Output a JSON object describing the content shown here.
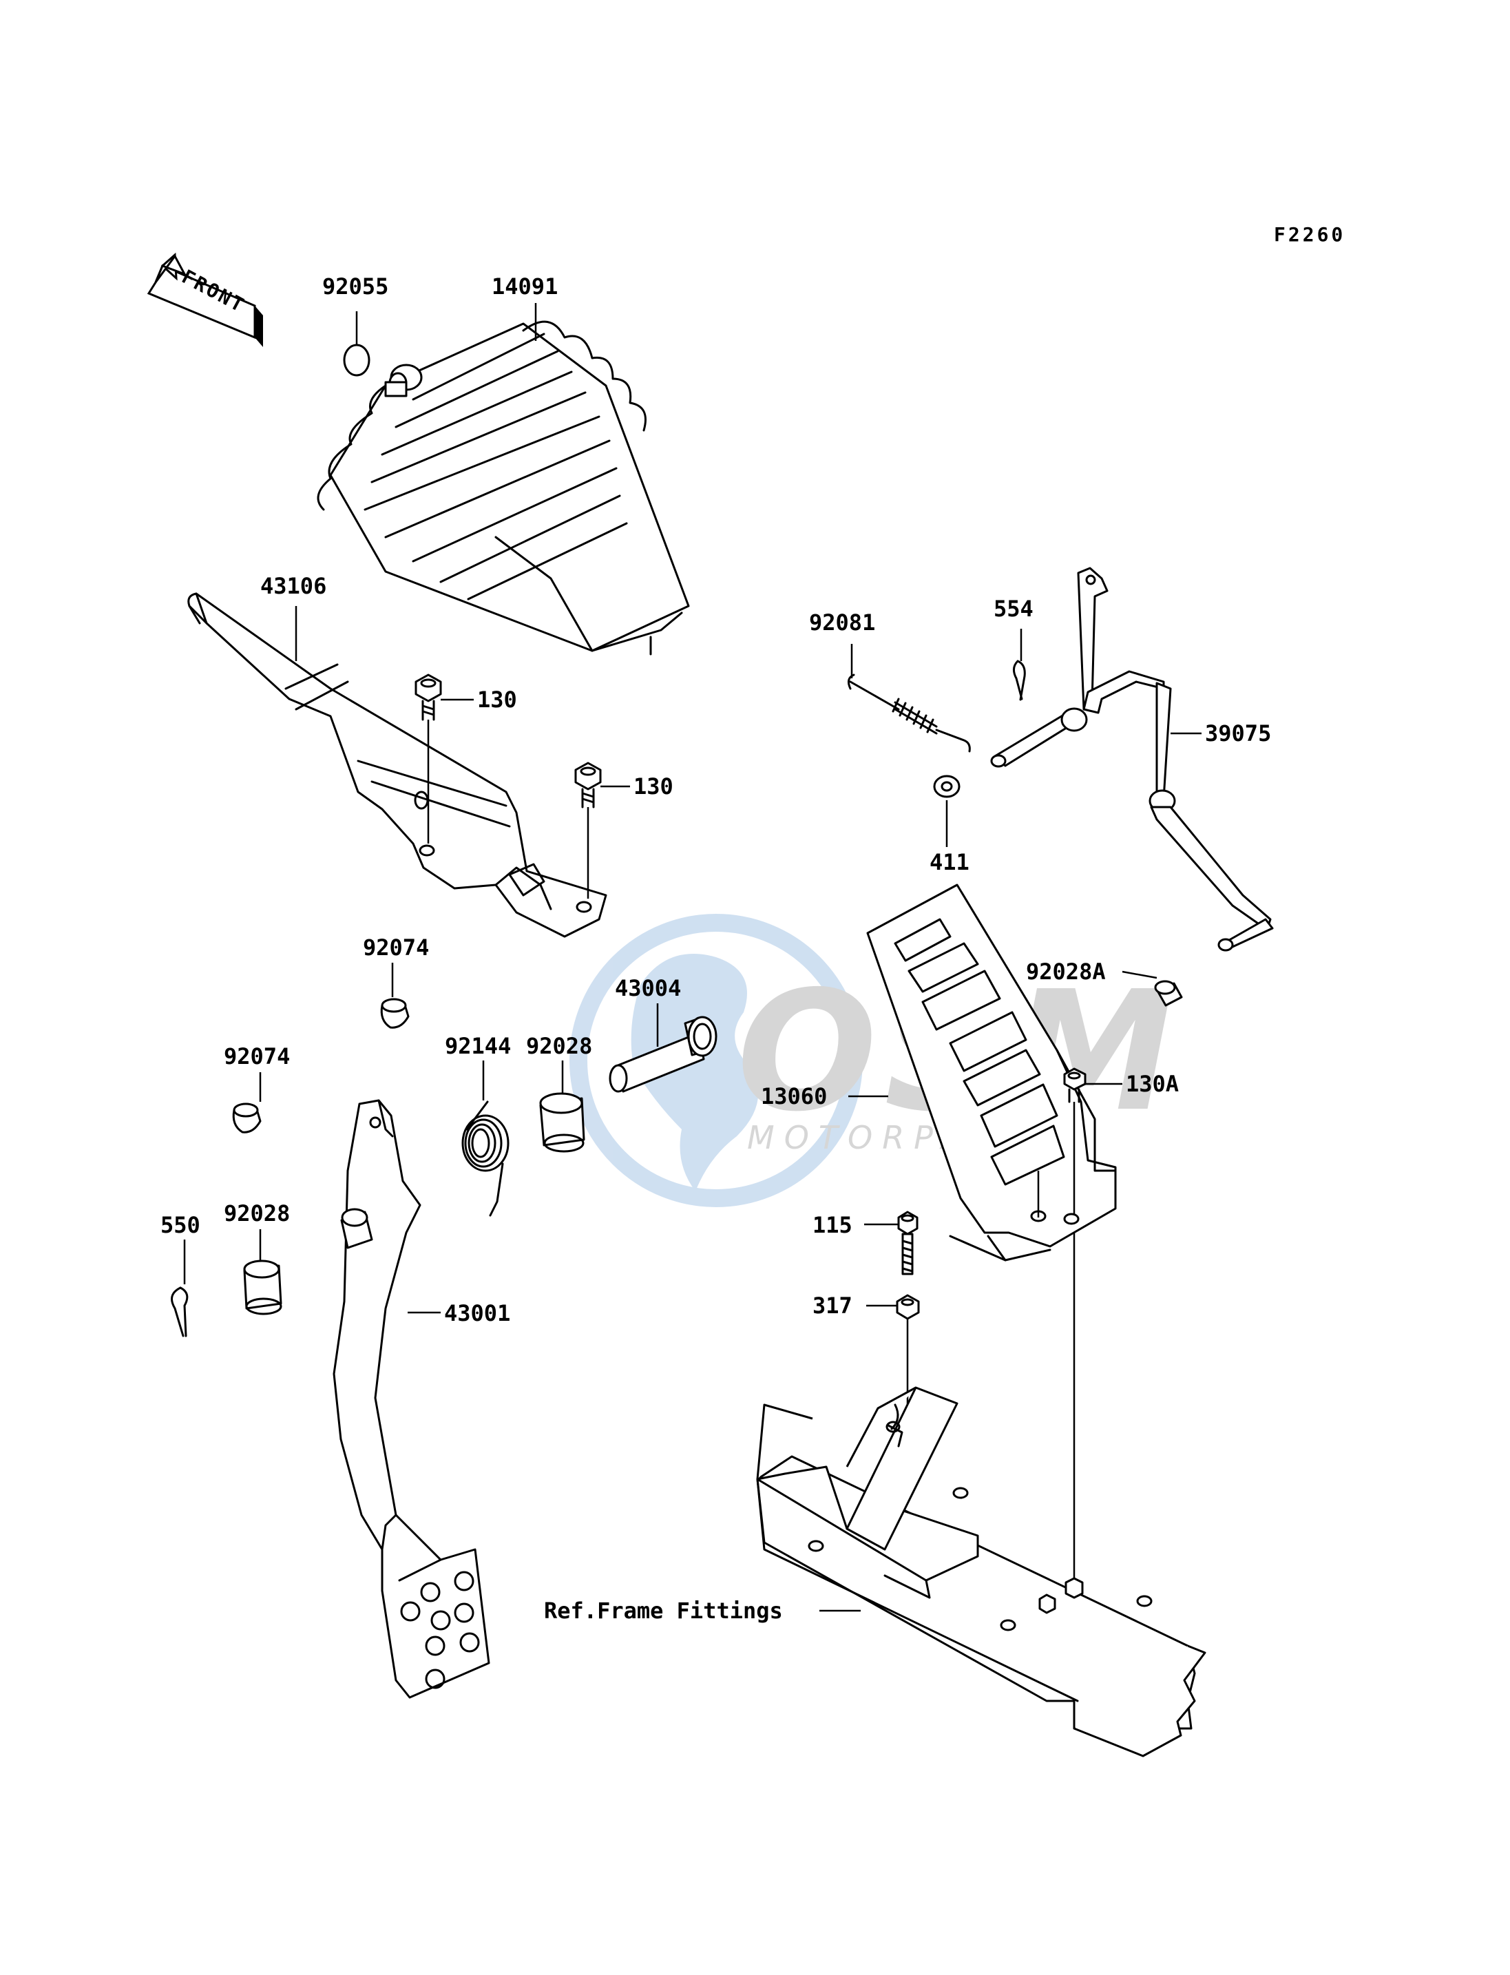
{
  "figure_code": "F2260",
  "direction_label": "FRONT",
  "watermark": {
    "brand": "OSM",
    "sub": "MOTORPARTS"
  },
  "parts": {
    "p92055": "92055",
    "p14091": "14091",
    "p43106": "43106",
    "p130a": "130",
    "p130b": "130",
    "p92081": "92081",
    "p554": "554",
    "p39075": "39075",
    "p411": "411",
    "p92074a": "92074",
    "p43004": "43004",
    "p92028A": "92028A",
    "p92144": "92144",
    "p92028a": "92028",
    "p92074b": "92074",
    "p13060": "13060",
    "p130A": "130A",
    "p550": "550",
    "p92028b": "92028",
    "p115": "115",
    "p317": "317",
    "p43001": "43001",
    "ref_frame": "Ref.Frame Fittings"
  },
  "colors": {
    "line": "#000000",
    "watermark_blue": "#a9c7e6",
    "watermark_gray": "#b5b5b5"
  }
}
